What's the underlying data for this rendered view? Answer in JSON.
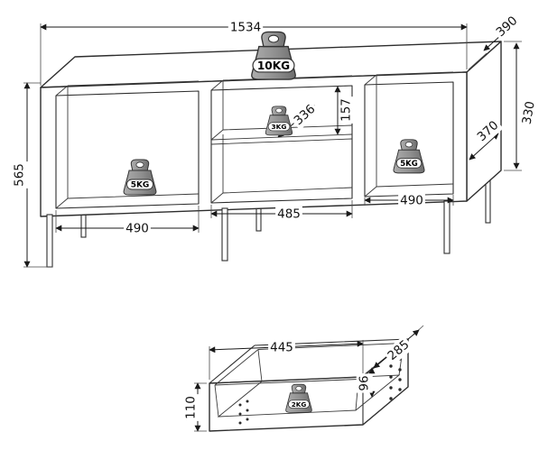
{
  "colors": {
    "line": "#2d2d2d",
    "dimension_text": "#111111",
    "weight_gray": "#8f8f8f",
    "background": "#ffffff"
  },
  "cabinet": {
    "dimensions": {
      "total_width": "1534",
      "top_depth": "390",
      "total_height": "565",
      "side_height": "330",
      "side_depth": "370",
      "shelf_depth": "336",
      "upper_opening_height": "157",
      "left_compartment_width": "490",
      "middle_compartment_width": "485",
      "right_compartment_width": "490"
    },
    "max_loads": {
      "top": "10KG",
      "shelf": "3KG",
      "left_compartment": "5KG",
      "right_compartment": "5KG"
    }
  },
  "drawer": {
    "dimensions": {
      "width": "445",
      "depth": "285",
      "height": "110",
      "inner_height": "96"
    },
    "max_loads": {
      "inside": "2KG"
    }
  }
}
